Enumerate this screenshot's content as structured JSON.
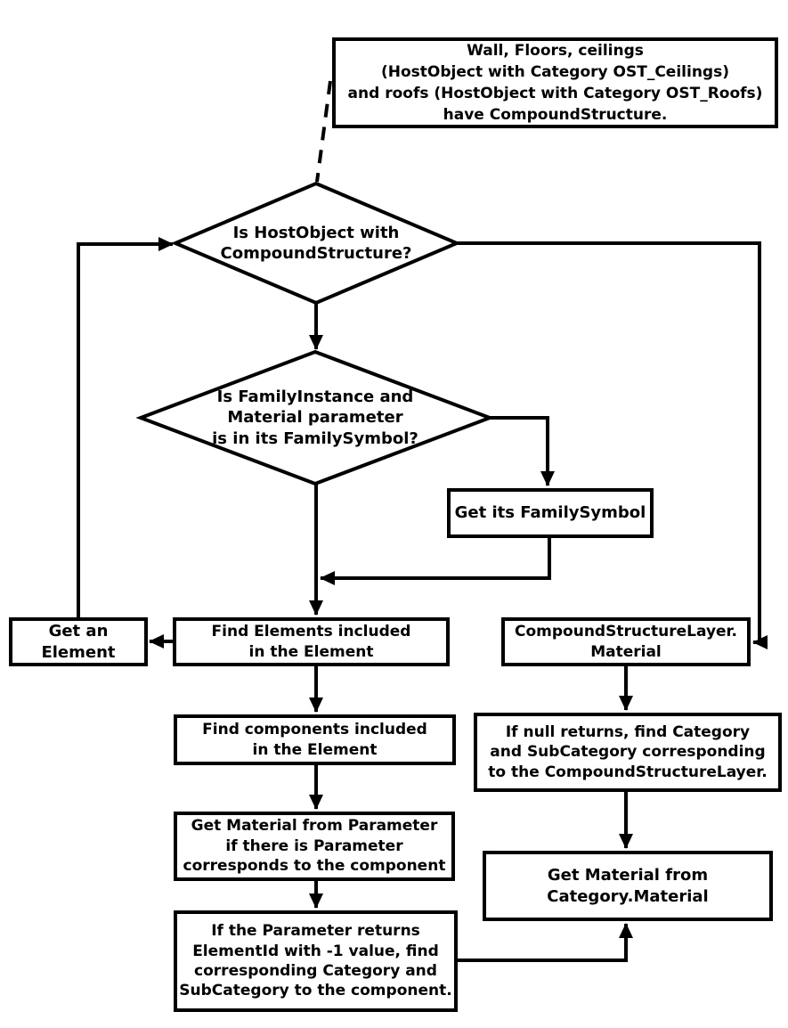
{
  "diagram": {
    "title": "HostObject / FamilyInstance material retrieval flowchart",
    "background_color": "#ffffff",
    "line_color": "#000000",
    "nodes": {
      "top_note": {
        "type": "note",
        "text": "Wall, Floors, ceilings\n(HostObject with Category OST_Ceilings)\nand roofs (HostObject with Category OST_Roofs)\nhave CompoundStructure."
      },
      "decision_hostobject": {
        "type": "decision",
        "text": "Is HostObject with\nCompoundStructure?"
      },
      "decision_familyinstance": {
        "type": "decision",
        "text": "Is FamilyInstance and\nMaterial parameter\nis in its FamilySymbol?"
      },
      "get_familysymbol": {
        "type": "process",
        "text": "Get its FamilySymbol"
      },
      "get_an_element": {
        "type": "process",
        "text": "Get an Element"
      },
      "find_elements": {
        "type": "process",
        "text": "Find Elements included\nin the Element"
      },
      "compound_layer_material": {
        "type": "process",
        "text": "CompoundStructureLayer.\nMaterial"
      },
      "find_components": {
        "type": "process",
        "text": "Find components included\nin the Element"
      },
      "if_null_returns": {
        "type": "process",
        "text": "If null returns, find Category\nand SubCategory corresponding\nto the CompoundStructureLayer."
      },
      "get_material_from_parameter": {
        "type": "process",
        "text": "Get Material from Parameter\nif there is Parameter\ncorresponds to the component"
      },
      "get_material_from_category": {
        "type": "process",
        "text": "Get Material from\nCategory.Material"
      },
      "if_parameter_minus_one": {
        "type": "process",
        "text": "If the Parameter returns\nElementId with -1 value, find\ncorresponding Category and\nSubCategory to the component."
      }
    },
    "edges": [
      {
        "from": "top_note",
        "to": "decision_hostobject",
        "style": "dashed",
        "arrow": false
      },
      {
        "from": "decision_hostobject",
        "to": "decision_familyinstance",
        "style": "solid",
        "arrow": true
      },
      {
        "from": "decision_hostobject",
        "to": "compound_layer_material",
        "style": "solid",
        "arrow": true,
        "via": "right branch"
      },
      {
        "from": "decision_familyinstance",
        "to": "get_familysymbol",
        "style": "solid",
        "arrow": true,
        "via": "right branch"
      },
      {
        "from": "get_familysymbol",
        "to": "decision_familyinstance_outlet",
        "style": "solid",
        "arrow": true,
        "via": "rejoins main line"
      },
      {
        "from": "decision_familyinstance",
        "to": "find_elements",
        "style": "solid",
        "arrow": true
      },
      {
        "from": "find_elements",
        "to": "get_an_element",
        "style": "solid",
        "arrow": true
      },
      {
        "from": "get_an_element",
        "to": "decision_hostobject",
        "style": "solid",
        "arrow": true,
        "via": "left feedback loop"
      },
      {
        "from": "find_elements",
        "to": "find_components",
        "style": "solid",
        "arrow": true
      },
      {
        "from": "find_components",
        "to": "get_material_from_parameter",
        "style": "solid",
        "arrow": true
      },
      {
        "from": "get_material_from_parameter",
        "to": "if_parameter_minus_one",
        "style": "solid",
        "arrow": true
      },
      {
        "from": "if_parameter_minus_one",
        "to": "get_material_from_category",
        "style": "solid",
        "arrow": true,
        "via": "bottom-right branch"
      },
      {
        "from": "compound_layer_material",
        "to": "if_null_returns",
        "style": "solid",
        "arrow": true
      },
      {
        "from": "if_null_returns",
        "to": "get_material_from_category",
        "style": "solid",
        "arrow": true
      }
    ]
  }
}
